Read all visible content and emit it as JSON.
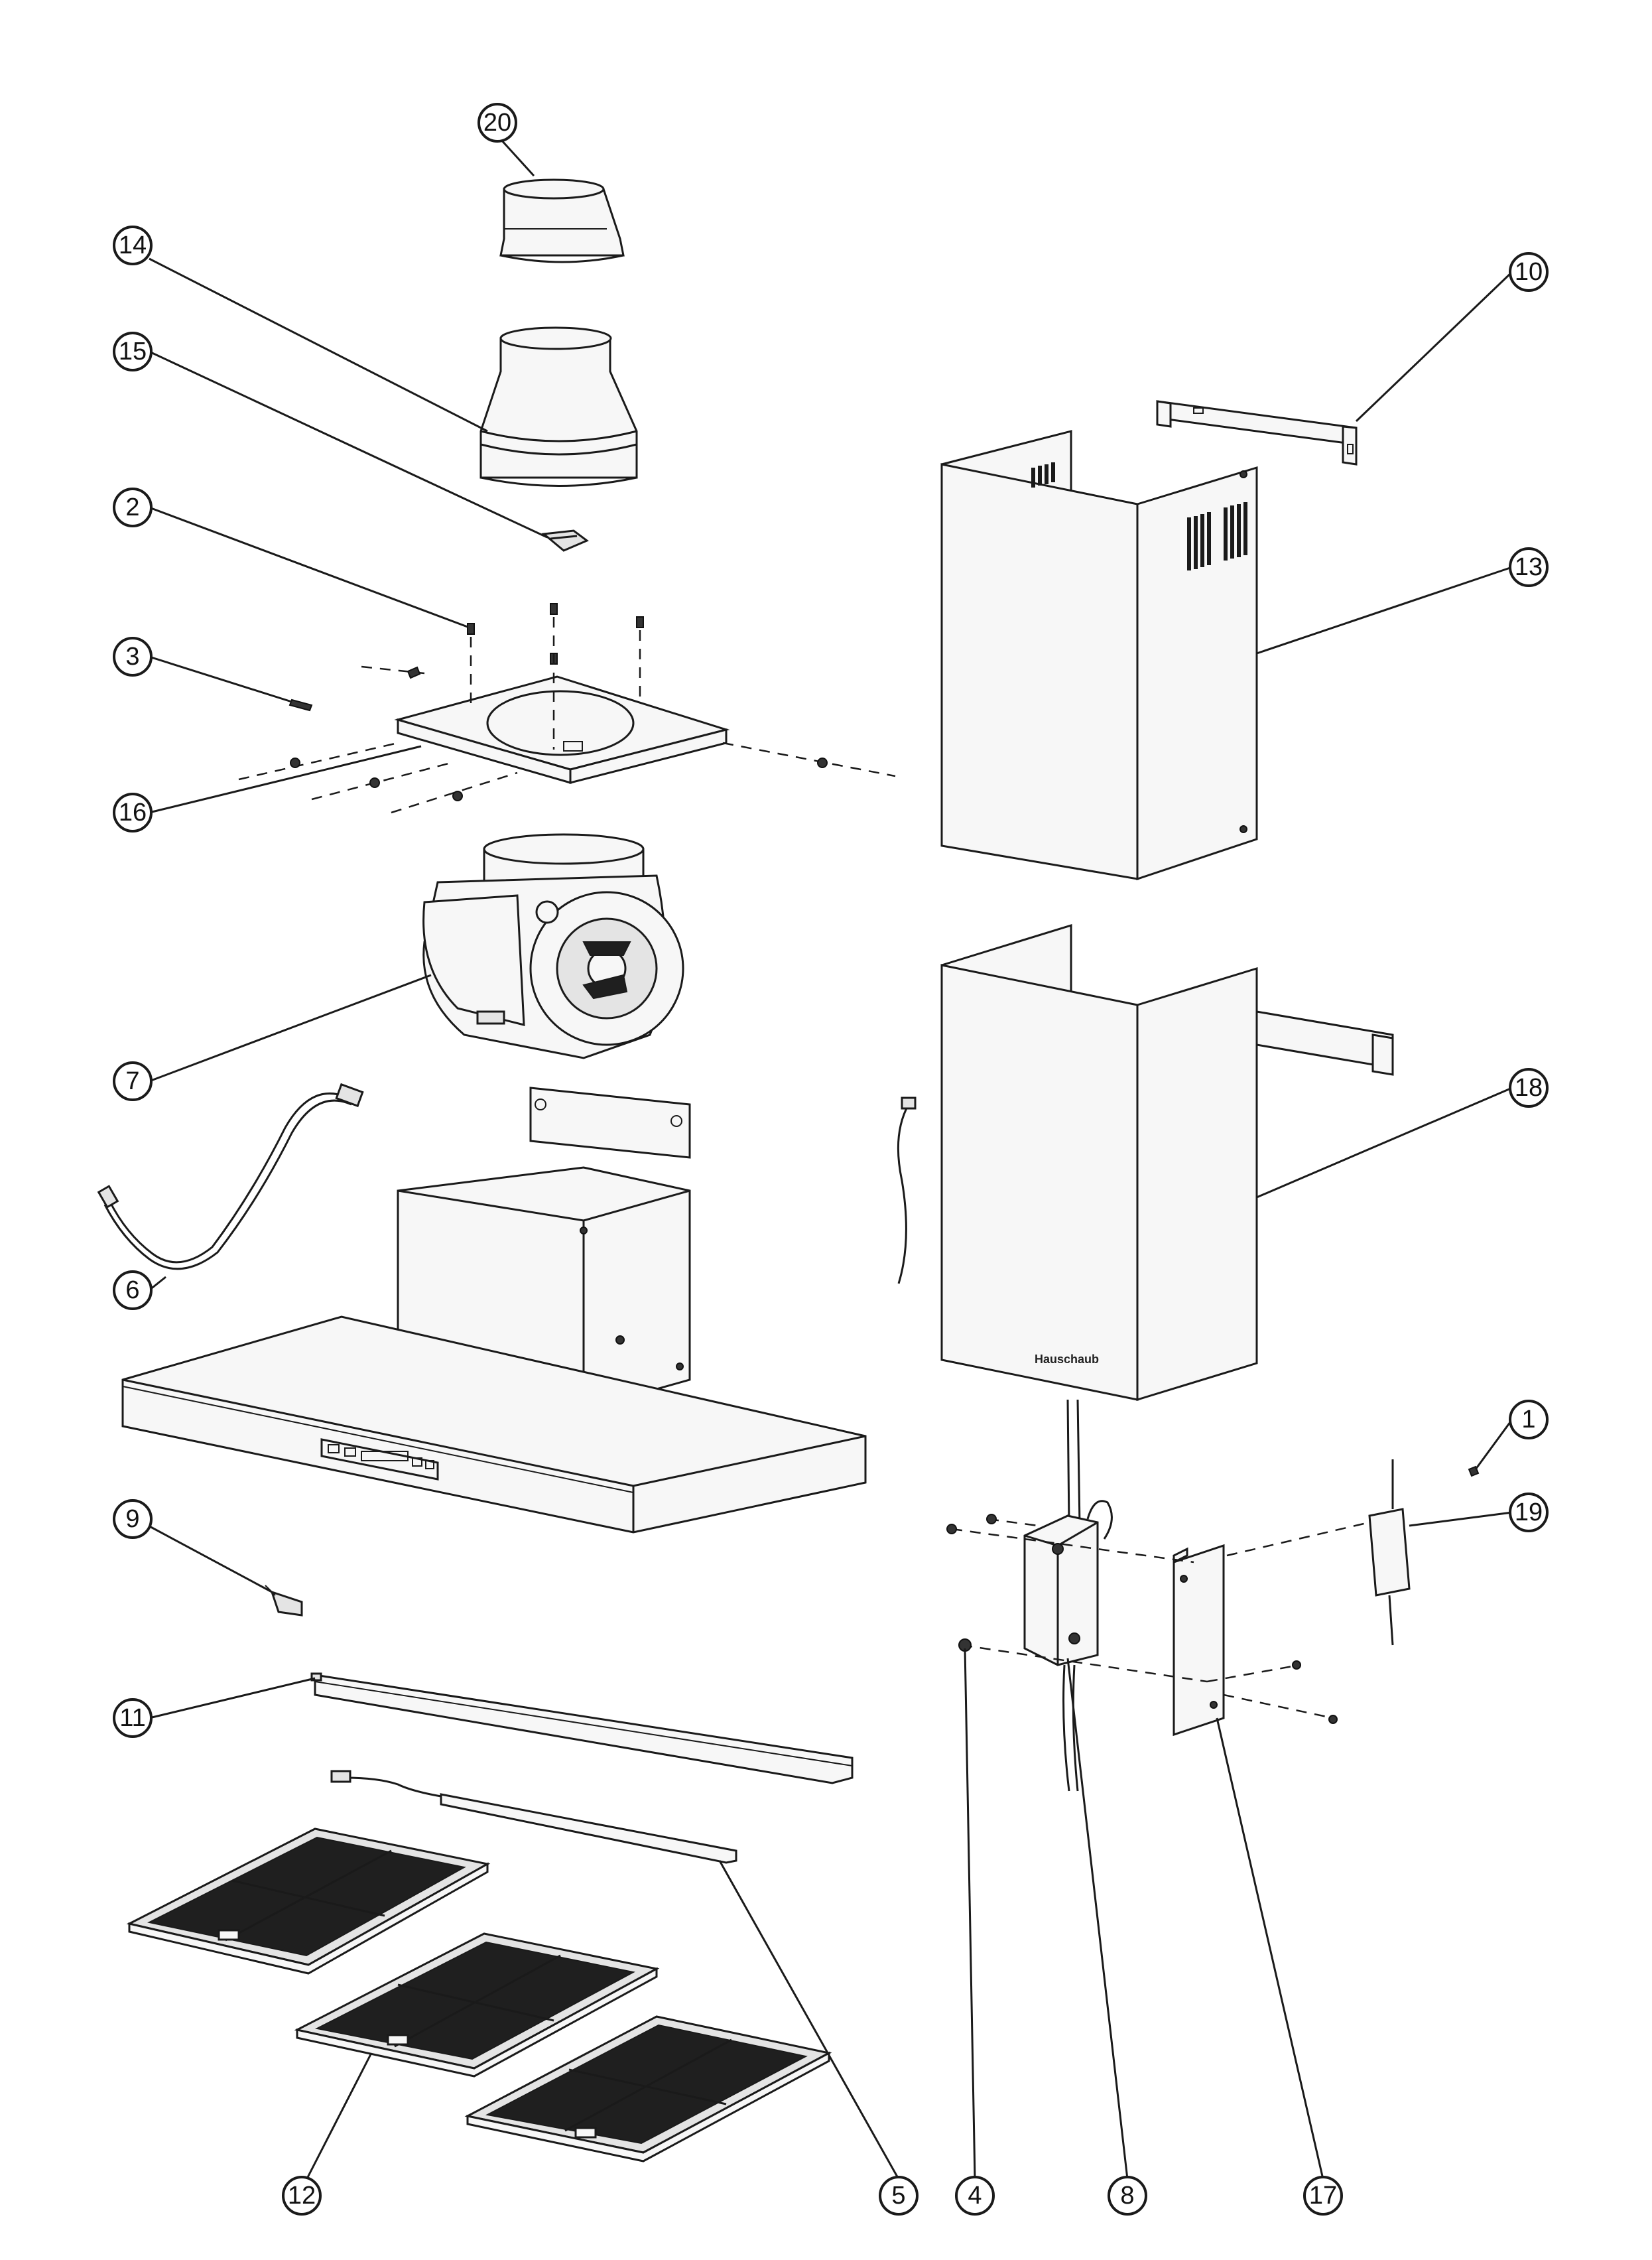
{
  "diagram": {
    "callouts": [
      "1",
      "2",
      "3",
      "4",
      "5",
      "6",
      "7",
      "8",
      "9",
      "10",
      "11",
      "12",
      "13",
      "14",
      "15",
      "16",
      "17",
      "18",
      "19",
      "20"
    ],
    "brand_mark": "Hauschaub"
  }
}
